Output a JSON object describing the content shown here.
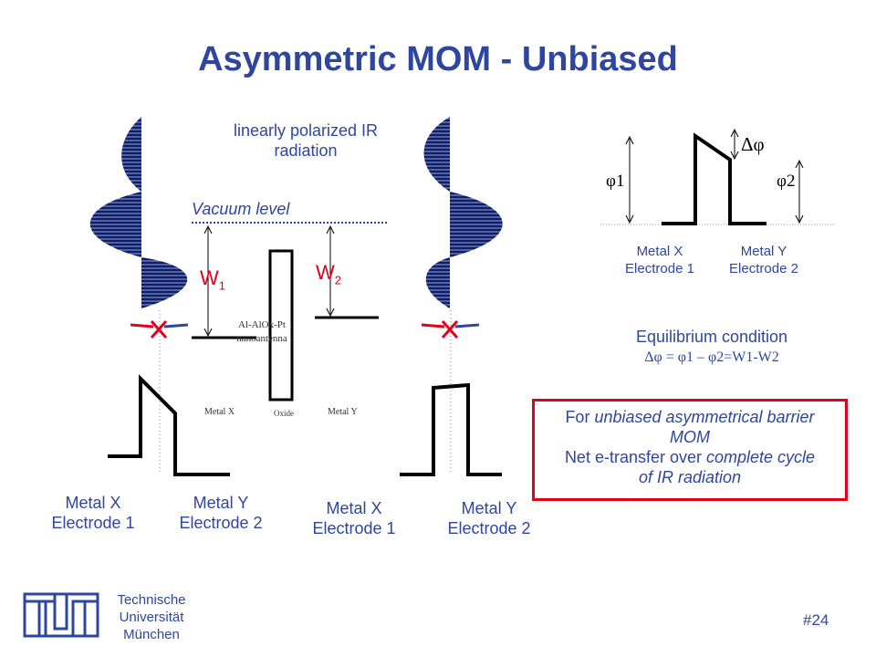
{
  "title": "Asymmetric MOM - Unbiased",
  "radiation_label": "linearly polarized IR radiation",
  "vacuum_label": "Vacuum level",
  "w1": {
    "base": "W",
    "sub": "1"
  },
  "w2": {
    "base": "W",
    "sub": "2"
  },
  "antenna_label_line1": "Al-AlOx-Pt",
  "antenna_label_line2": "nanoantenna",
  "small_metal_x": "Metal X",
  "small_oxide": "Oxide",
  "small_metal_y": "Metal Y",
  "electrodes": {
    "left_x": [
      "Metal X",
      "Electrode 1"
    ],
    "left_y": [
      "Metal Y",
      "Electrode 2"
    ],
    "mid_x": [
      "Metal X",
      "Electrode 1"
    ],
    "mid_y": [
      "Metal Y",
      "Electrode 2"
    ],
    "right_x": [
      "Metal X",
      "Electrode 1"
    ],
    "right_y": [
      "Metal Y",
      "Electrode 2"
    ]
  },
  "phi1": "φ1",
  "phi2": "φ2",
  "delta_phi": "Δφ",
  "equilibrium_title": "Equilibrium condition",
  "equilibrium_formula": "Δφ = φ1 – φ2=W1-W2",
  "note": {
    "l1a": "For ",
    "l1b": "unbiased asymmetrical barrier",
    "l2": "MOM",
    "l3a": "Net e-transfer over ",
    "l3b": "complete cycle",
    "l4": "of IR radiation"
  },
  "footer": [
    "Technische",
    "Universität",
    "München"
  ],
  "page_number": "#24",
  "colors": {
    "accent": "#2e46a0",
    "red": "#e3001b",
    "wave": "#0b1f6e"
  }
}
